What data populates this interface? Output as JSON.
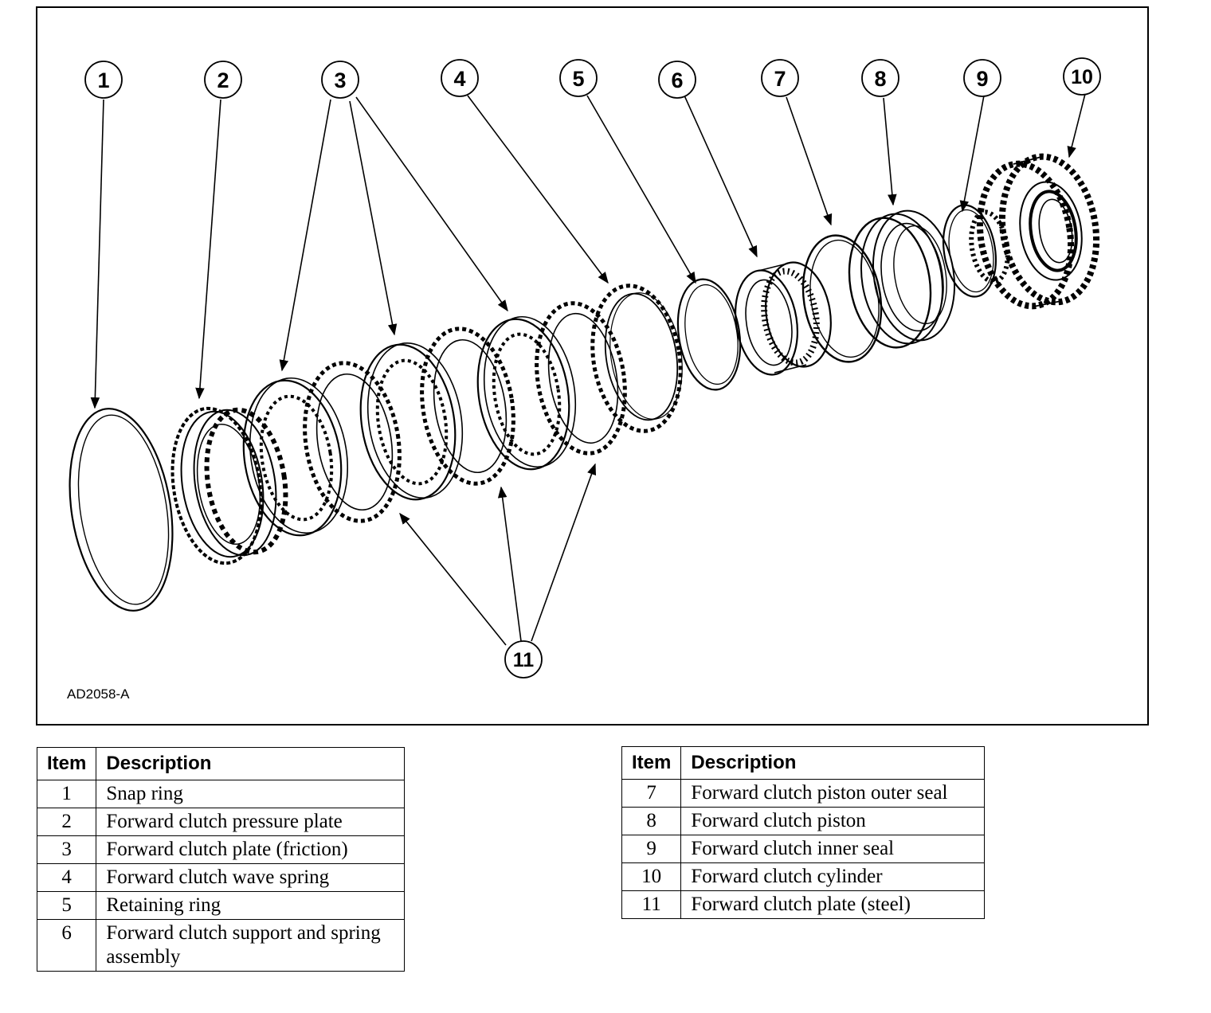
{
  "figure_code": "AD2058-A",
  "callouts": [
    "1",
    "2",
    "3",
    "4",
    "5",
    "6",
    "7",
    "8",
    "9",
    "10",
    "11"
  ],
  "tables": {
    "left": {
      "headers": {
        "item": "Item",
        "description": "Description"
      },
      "rows": [
        {
          "item": "1",
          "description": "Snap ring"
        },
        {
          "item": "2",
          "description": "Forward clutch pressure plate"
        },
        {
          "item": "3",
          "description": "Forward clutch plate (friction)"
        },
        {
          "item": "4",
          "description": "Forward clutch wave spring"
        },
        {
          "item": "5",
          "description": "Retaining ring"
        },
        {
          "item": "6",
          "description": "Forward clutch support and spring assembly"
        }
      ]
    },
    "right": {
      "headers": {
        "item": "Item",
        "description": "Description"
      },
      "rows": [
        {
          "item": "7",
          "description": "Forward clutch piston outer seal"
        },
        {
          "item": "8",
          "description": "Forward clutch piston"
        },
        {
          "item": "9",
          "description": "Forward clutch inner seal"
        },
        {
          "item": "10",
          "description": "Forward clutch cylinder"
        },
        {
          "item": "11",
          "description": "Forward clutch plate (steel)"
        }
      ]
    }
  }
}
